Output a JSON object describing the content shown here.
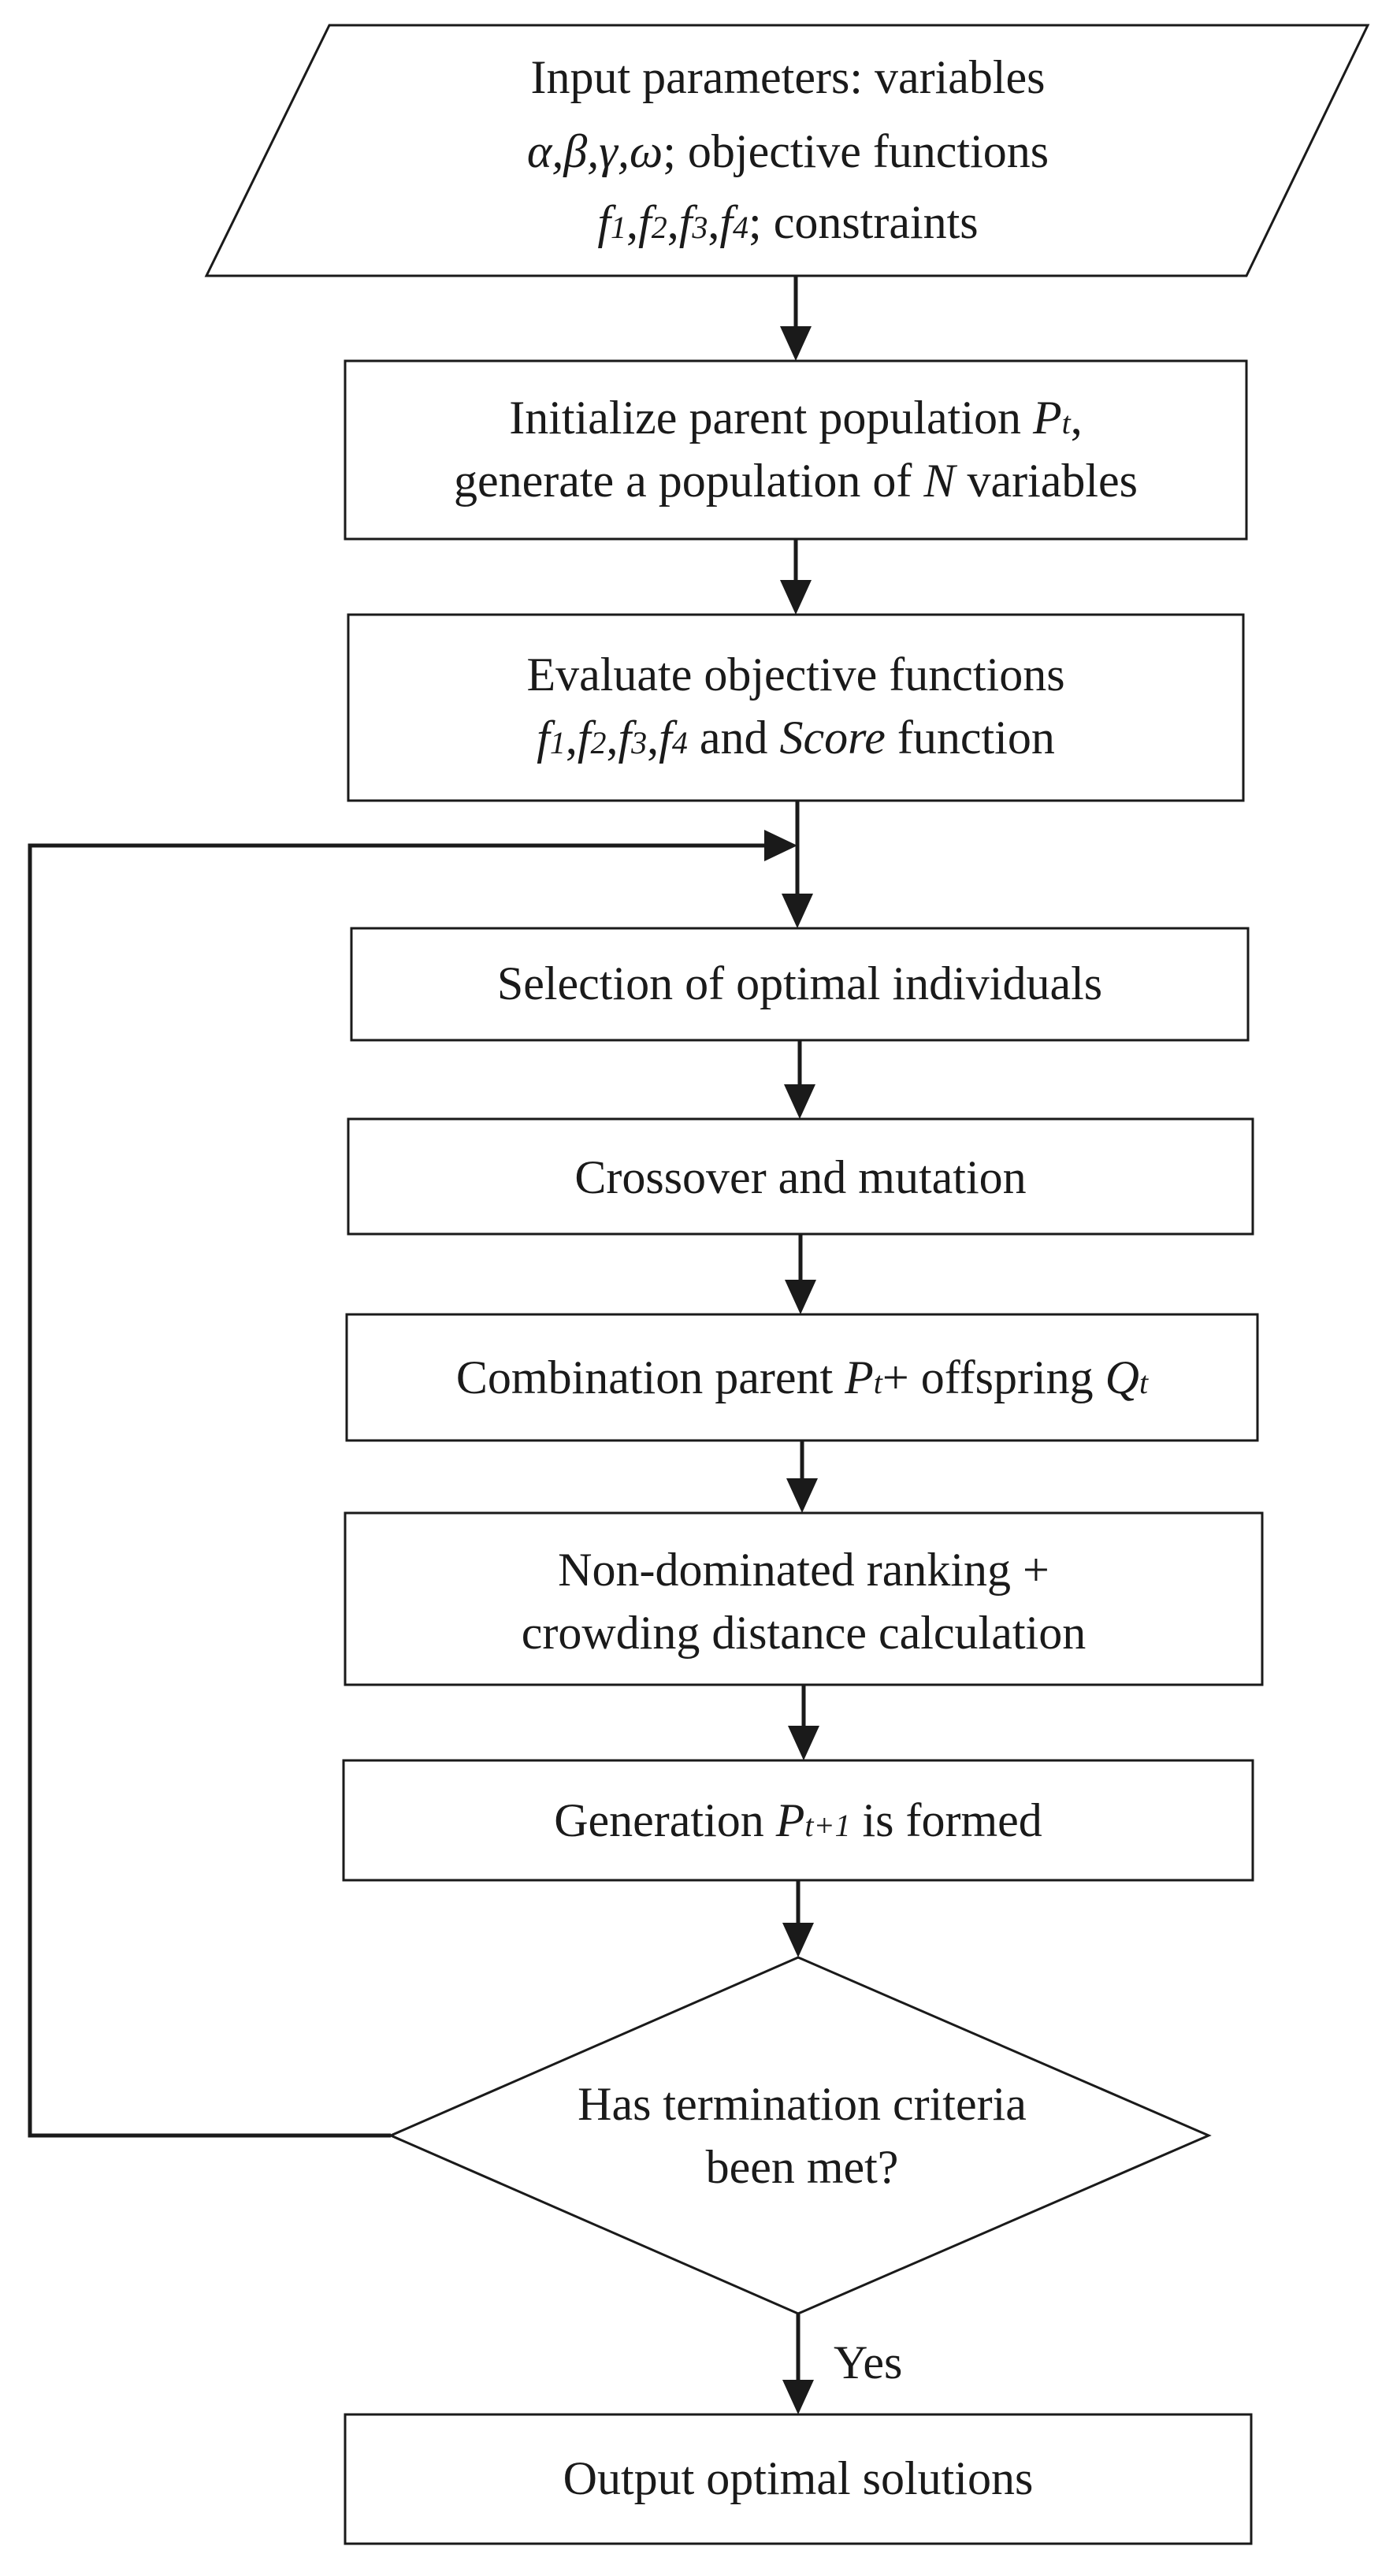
{
  "flowchart": {
    "input": {
      "line1": "Input parameters: variables",
      "greek": "α,β,γ,ω",
      "line2_rest": "; objective functions",
      "f1": "f",
      "f1_sub": "1",
      "f2": "f",
      "f2_sub": "2",
      "f3": "f",
      "f3_sub": "3",
      "f4": "f",
      "f4_sub": "4",
      "line3_rest": "; constraints",
      "comma": ","
    },
    "initialize": {
      "line1_pre": "Initialize parent population ",
      "P": "P",
      "P_sub": "t",
      "line1_post": ",",
      "line2_pre": "generate a population of ",
      "N": "N",
      "line2_post": " variables"
    },
    "evaluate": {
      "line1": "Evaluate objective functions",
      "f": "f",
      "s1": "1",
      "s2": "2",
      "s3": "3",
      "s4": "4",
      "comma": ",",
      "and": " and ",
      "score": "Score",
      "function": " function"
    },
    "selection": {
      "label": "Selection of optimal individuals"
    },
    "crossover": {
      "label": "Crossover and mutation"
    },
    "combination": {
      "pre": "Combination parent ",
      "P": "P",
      "P_sub": "t",
      "mid": "+ offspring ",
      "Q": "Q",
      "Q_sub": "t"
    },
    "ranking": {
      "line1": "Non-dominated ranking +",
      "line2": "crowding distance calculation"
    },
    "generation": {
      "pre": "Generation ",
      "P": "P",
      "P_sub": "t+1",
      "post": " is formed"
    },
    "decision": {
      "line1": "Has termination criteria",
      "line2": "been met?"
    },
    "yes_label": "Yes",
    "output": {
      "label": "Output optimal solutions"
    }
  }
}
